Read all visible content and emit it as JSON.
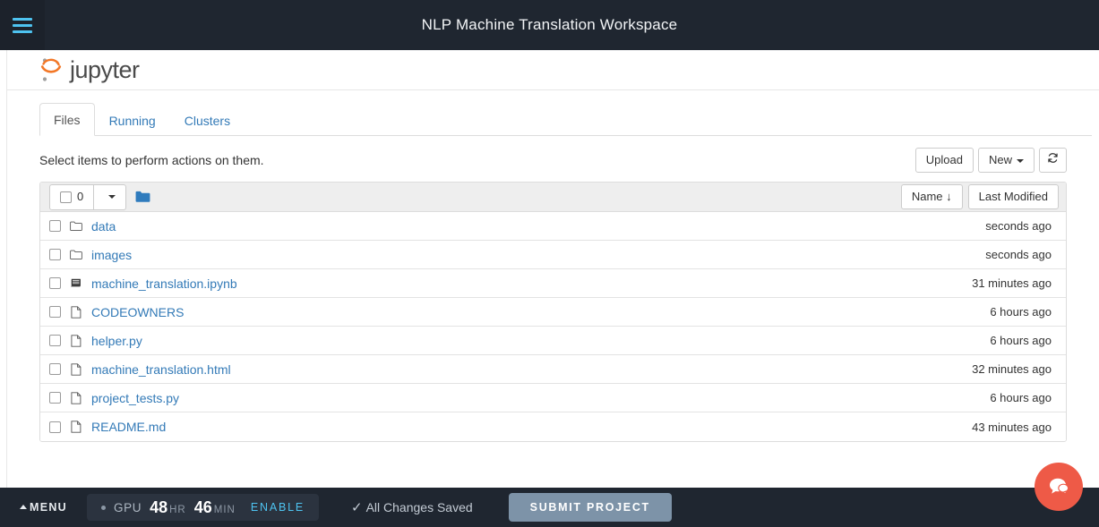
{
  "topbar": {
    "menu_icon": "hamburger-icon",
    "title": "NLP Machine Translation Workspace"
  },
  "jupyter": {
    "logo_text": "jupyter",
    "logo_icon": "jupyter-logo-icon",
    "tabs": [
      {
        "label": "Files",
        "active": true
      },
      {
        "label": "Running",
        "active": false
      },
      {
        "label": "Clusters",
        "active": false
      }
    ],
    "toolbar": {
      "hint": "Select items to perform actions on them.",
      "upload_label": "Upload",
      "new_label": "New",
      "refresh_icon": "refresh-icon"
    },
    "list_header": {
      "select_count": "0",
      "dropdown_icon": "caret-down-icon",
      "folder_icon": "folder-icon",
      "sort_name_label": "Name",
      "sort_name_arrow": "↓",
      "sort_modified_label": "Last Modified"
    },
    "rows": [
      {
        "icon": "folder-icon",
        "name": "data",
        "modified": "seconds ago"
      },
      {
        "icon": "folder-icon",
        "name": "images",
        "modified": "seconds ago"
      },
      {
        "icon": "notebook-icon",
        "name": "machine_translation.ipynb",
        "modified": "31 minutes ago"
      },
      {
        "icon": "file-icon",
        "name": "CODEOWNERS",
        "modified": "6 hours ago"
      },
      {
        "icon": "file-icon",
        "name": "helper.py",
        "modified": "6 hours ago"
      },
      {
        "icon": "file-icon",
        "name": "machine_translation.html",
        "modified": "32 minutes ago"
      },
      {
        "icon": "file-icon",
        "name": "project_tests.py",
        "modified": "6 hours ago"
      },
      {
        "icon": "file-icon",
        "name": "README.md",
        "modified": "43 minutes ago"
      }
    ]
  },
  "bottombar": {
    "menu_label": "MENU",
    "gpu": {
      "label": "GPU",
      "hours": "48",
      "hours_unit": "HR",
      "minutes": "46",
      "minutes_unit": "MIN",
      "enable_label": "ENABLE"
    },
    "saved_label": "All Changes Saved",
    "saved_check": "✓",
    "submit_label": "SUBMIT PROJECT"
  },
  "fab": {
    "icon": "chat-bubble-icon"
  },
  "colors": {
    "dark_bar": "#1f2630",
    "accent_cyan": "#4ec3f0",
    "link_blue": "#337ab7",
    "jupyter_orange": "#f37726",
    "fab_orange": "#ee5a47",
    "submit_blue_gray": "#7d93a8"
  }
}
